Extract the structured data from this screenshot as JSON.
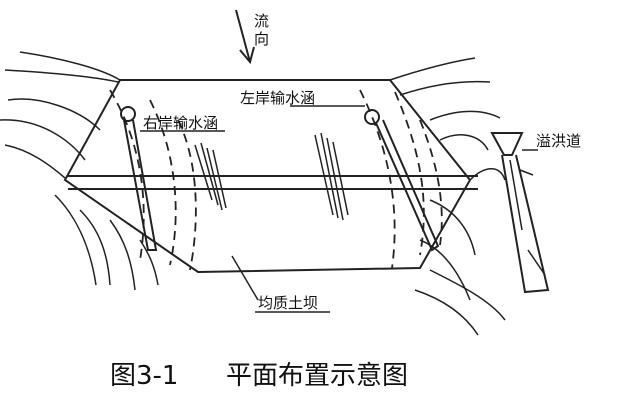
{
  "labels": {
    "flow": [
      "流",
      "向"
    ],
    "left_culvert": "左岸输水涵",
    "right_culvert": "右岸输水涵",
    "spillway": "溢洪道",
    "dam": "均质土坝"
  },
  "caption": {
    "number": "图3-1",
    "title": "平面布置示意图"
  }
}
